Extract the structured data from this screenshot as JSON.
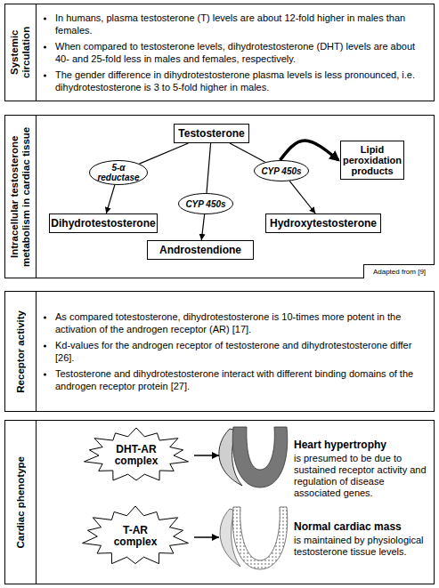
{
  "diagram": {
    "nodes": [
      {
        "text": [
          "Systemic circulation",
          "In humans, plasma testosterone (T) levels are about 12-fold higher in males than females.",
          "When compared to testosterone levels, dihydrotestosterone (DHT) levels are about 40- and 25-fold less in males and females, respectively.",
          "The gender difference in dihydrotestosterone plasma levels is less pronounced, i.e. dihydrotestosterone is 3 to 5-fold higher in males."
        ]
      },
      {
        "text": [
          "Intracellular testosterone metabolism in cardiac tissue"
        ]
      },
      {
        "text": [
          "Testosterone"
        ],
        "in": 1
      },
      {
        "text": [
          "5-α reductase"
        ],
        "in": 1
      },
      {
        "text": [
          "CYP 450s"
        ],
        "in": 1
      },
      {
        "text": [
          "CYP 450s"
        ],
        "in": 1
      },
      {
        "text": [
          "Lipid peroxidation products"
        ],
        "in": 1
      },
      {
        "text": [
          "Dihydrotestosterone"
        ],
        "in": 1
      },
      {
        "text": [
          "Androstendione"
        ],
        "in": 1
      },
      {
        "text": [
          "Hydroxytestosterone"
        ],
        "in": 1
      },
      {
        "text": [
          "Adapted from [9]"
        ],
        "in": 1
      },
      {
        "text": [
          "Receptor activity",
          "As compared totestosterone, dihydrotestosterone is 10-times more potent in the activation of the androgen receptor (AR) [17].",
          "Kd-values for the androgen receptor of testosterone and dihydrotestosterone differ [26].",
          "Testosterone and dihydrotestosterone interact with different binding domains of the androgen receptor protein [27]."
        ]
      },
      {
        "text": [
          "Cardiac phenotype"
        ]
      },
      {
        "text": [
          "DHT-AR complex"
        ],
        "in": 12
      },
      {
        "text": [
          "T-AR complex"
        ],
        "in": 12
      }
    ],
    "edges": [
      {
        "from": 2,
        "to": 3,
        "arrow": "none"
      },
      {
        "from": 3,
        "to": 7,
        "arrow": "to"
      },
      {
        "from": 2,
        "to": 4,
        "arrow": "none"
      },
      {
        "from": 4,
        "to": 8,
        "arrow": "to"
      },
      {
        "from": 2,
        "to": 5,
        "arrow": "none"
      },
      {
        "from": 5,
        "to": 9,
        "arrow": "to"
      },
      {
        "from": 5,
        "to": 6,
        "arrow": "to"
      }
    ],
    "labels": [
      "Heart hypertrophy",
      "is presumed to be due to sustained receptor activity and regulation of disease associated genes.",
      "Normal cardiac mass",
      "is maintained by physiological testosterone tissue levels."
    ]
  }
}
